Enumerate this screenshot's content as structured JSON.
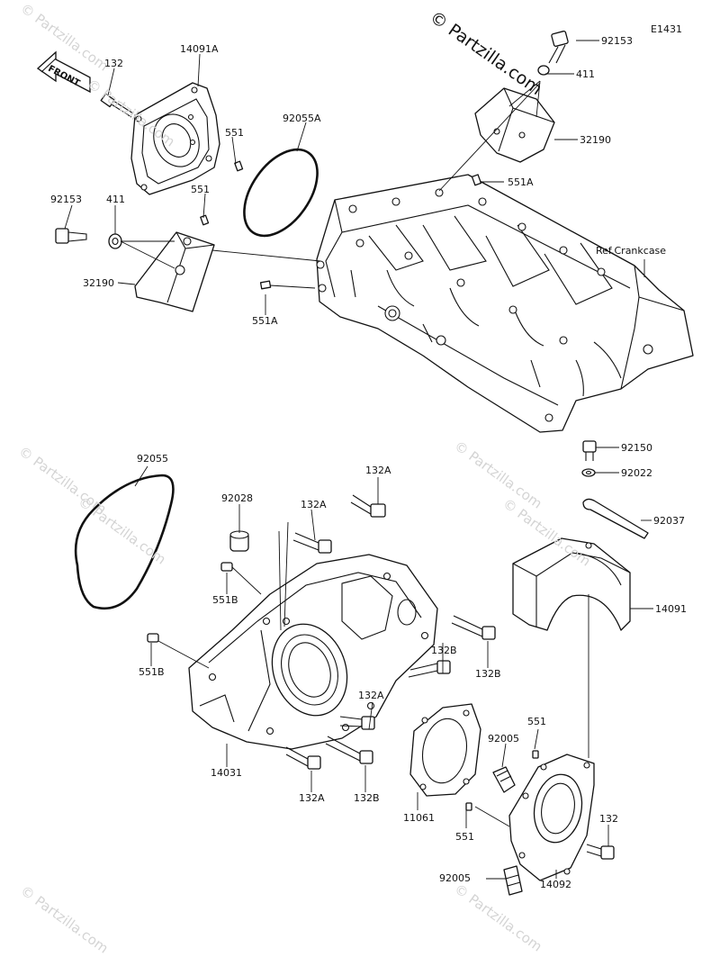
{
  "diagram": {
    "code": "E1431",
    "brand": "© Partzilla.com",
    "watermark": "© Partzilla.com",
    "front_label": "FRONT",
    "labels": {
      "p132_top": "132",
      "p14091A": "14091A",
      "p551_a": "551",
      "p551_b": "551",
      "p92055A": "92055A",
      "p92153_left": "92153",
      "p411_left": "411",
      "p32190_left": "32190",
      "p551A_left": "551A",
      "p92153_top": "92153",
      "p411_top": "411",
      "p32190_top": "32190",
      "p551A_top": "551A",
      "ref_crankcase": "Ref.Crankcase",
      "p92055": "92055",
      "p92028": "92028",
      "p132A_1": "132A",
      "p132A_2": "132A",
      "p551B_1": "551B",
      "p551B_2": "551B",
      "p132B_1": "132B",
      "p132B_2": "132B",
      "p132A_3": "132A",
      "p14031": "14031",
      "p132A_4": "132A",
      "p132B_3": "132B",
      "p92150": "92150",
      "p92022": "92022",
      "p92037": "92037",
      "p14091": "14091",
      "p11061": "11061",
      "p551_c": "551",
      "p92005_a": "92005",
      "p551_d": "551",
      "p132_right": "132",
      "p92005_b": "92005",
      "p14092": "14092"
    }
  }
}
